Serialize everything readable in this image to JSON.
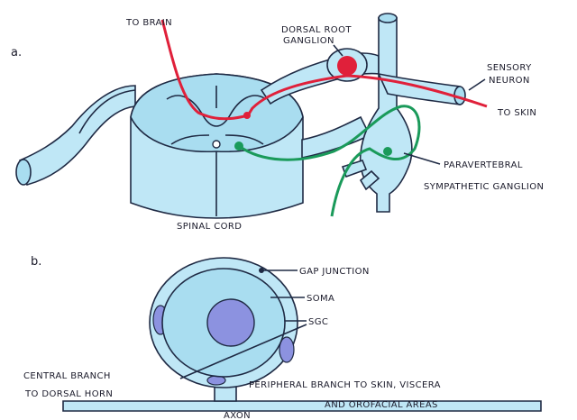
{
  "panel_a": {
    "letter": "a.",
    "labels": {
      "to_brain": "TO BRAIN",
      "drg_line1": "DORSAL ROOT",
      "drg_line2": "GANGLION",
      "sensory_line1": "SENSORY",
      "sensory_line2": "NEURON",
      "to_skin": "TO SKIN",
      "para_line1": "PARAVERTEBRAL",
      "para_line2": "SYMPATHETIC GANGLION",
      "spinal_cord": "SPINAL CORD"
    }
  },
  "panel_b": {
    "letter": "b.",
    "labels": {
      "gap_junction": "GAP JUNCTION",
      "soma": "SOMA",
      "sgc": "SGC",
      "central_line1": "CENTRAL BRANCH",
      "central_line2": "TO DORSAL HORN",
      "peripheral_line1": "PERIPHERAL BRANCH TO SKIN, VISCERA",
      "peripheral_line2": "AND OROFACIAL AREAS",
      "axon": "AXON"
    }
  },
  "colors": {
    "sensory_neuron": "#e0203a",
    "sympathetic": "#1a9a5a",
    "tissue": "#bfe7f6",
    "nucleus": "#8c92e0"
  }
}
